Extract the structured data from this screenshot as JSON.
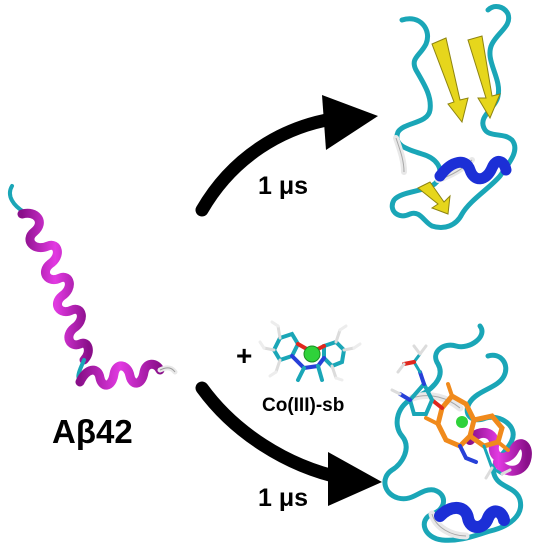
{
  "labels": {
    "peptide": "Aβ42",
    "time_top": "1 μs",
    "time_bottom": "1 μs",
    "plus": "+",
    "complex": "Co(III)-sb"
  },
  "colors": {
    "helix": "#cc1ecc",
    "coil": "#1aa6b7",
    "strand": "#e6d61c",
    "helix310": "#1c2fd6",
    "turn": "#e8e8e8",
    "ligand_carbon": "#f08a1c",
    "cobalt": "#2fd23a",
    "oxygen": "#e0271d",
    "nitrogen": "#2740d8",
    "arrow": "#000000"
  }
}
